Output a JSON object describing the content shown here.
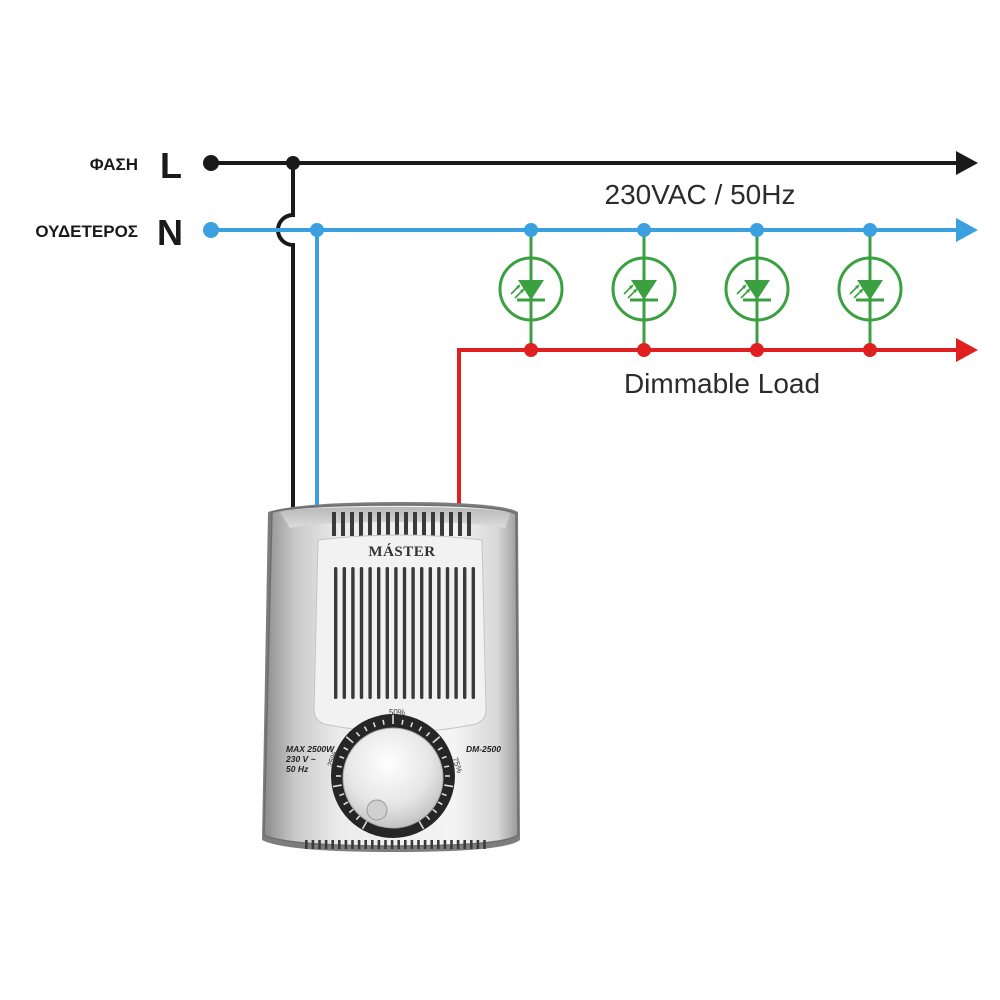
{
  "labels": {
    "phase_label": "ΦΑΣΗ",
    "phase_letter": "L",
    "neutral_label": "ΟΥΔΕΤΕΡΟΣ",
    "neutral_letter": "N",
    "supply": "230VAC / 50Hz",
    "load": "Dimmable Load"
  },
  "device": {
    "brand": "MÁSTER",
    "model": "DM-2500",
    "spec_line1": "MAX 2500W",
    "spec_line2": "230 V ~",
    "spec_line3": "50 Hz",
    "dial_top": "50%",
    "dial_left": "25%",
    "dial_right": "75%"
  },
  "colors": {
    "phase_wire": "#1a1a1a",
    "neutral_wire": "#3aa0e0",
    "load_wire": "#e02020",
    "led_symbol": "#3aa040"
  },
  "led_count": 4,
  "led_icon": "led-diode-icon"
}
